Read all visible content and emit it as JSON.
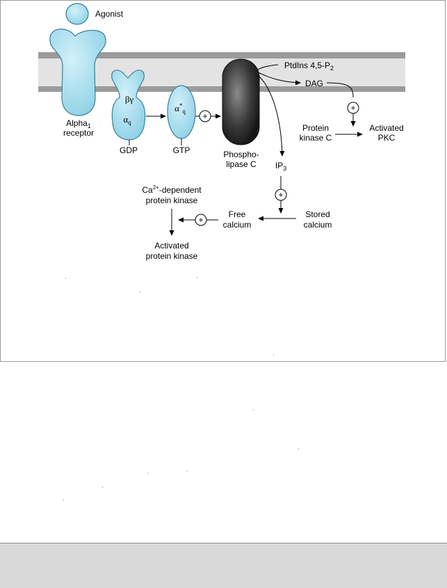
{
  "diagram": {
    "agonist": "Agonist",
    "receptor_line1": "Alpha",
    "receptor_sub": "1",
    "receptor_line2": "receptor",
    "beta_gamma": "βγ",
    "alpha_q_base": "α",
    "alpha_q_sub": "q",
    "gdp": "GDP",
    "alpha_star_base": "α",
    "alpha_star_sup": "*",
    "alpha_star_sub": "q",
    "gtp": "GTP",
    "plc_line1": "Phospho-",
    "plc_line2": "lipase C",
    "ptdins_main": "PtdIns 4,5-P",
    "ptdins_sub": "2",
    "dag": "DAG",
    "ip3_main": "IP",
    "ip3_sub": "3",
    "pkc_line1": "Protein",
    "pkc_line2": "kinase C",
    "activated_pkc_line1": "Activated",
    "activated_pkc_line2": "PKC",
    "ca_dep_pre": "Ca",
    "ca_dep_sup": "2+",
    "ca_dep_post": "-dependent",
    "ca_dep_line2": "protein kinase",
    "free_ca_line1": "Free",
    "free_ca_line2": "calcium",
    "stored_ca_line1": "Stored",
    "stored_ca_line2": "calcium",
    "activated_pk_line1": "Activated",
    "activated_pk_line2": "protein kinase",
    "plus": "+"
  },
  "colors": {
    "membrane": "#9b9b9b",
    "protein_fill": "#a8dcec",
    "protein_stroke": "#3c7f94",
    "plc_dark": "#2b2b2b",
    "footer": "#d9d9d9"
  }
}
